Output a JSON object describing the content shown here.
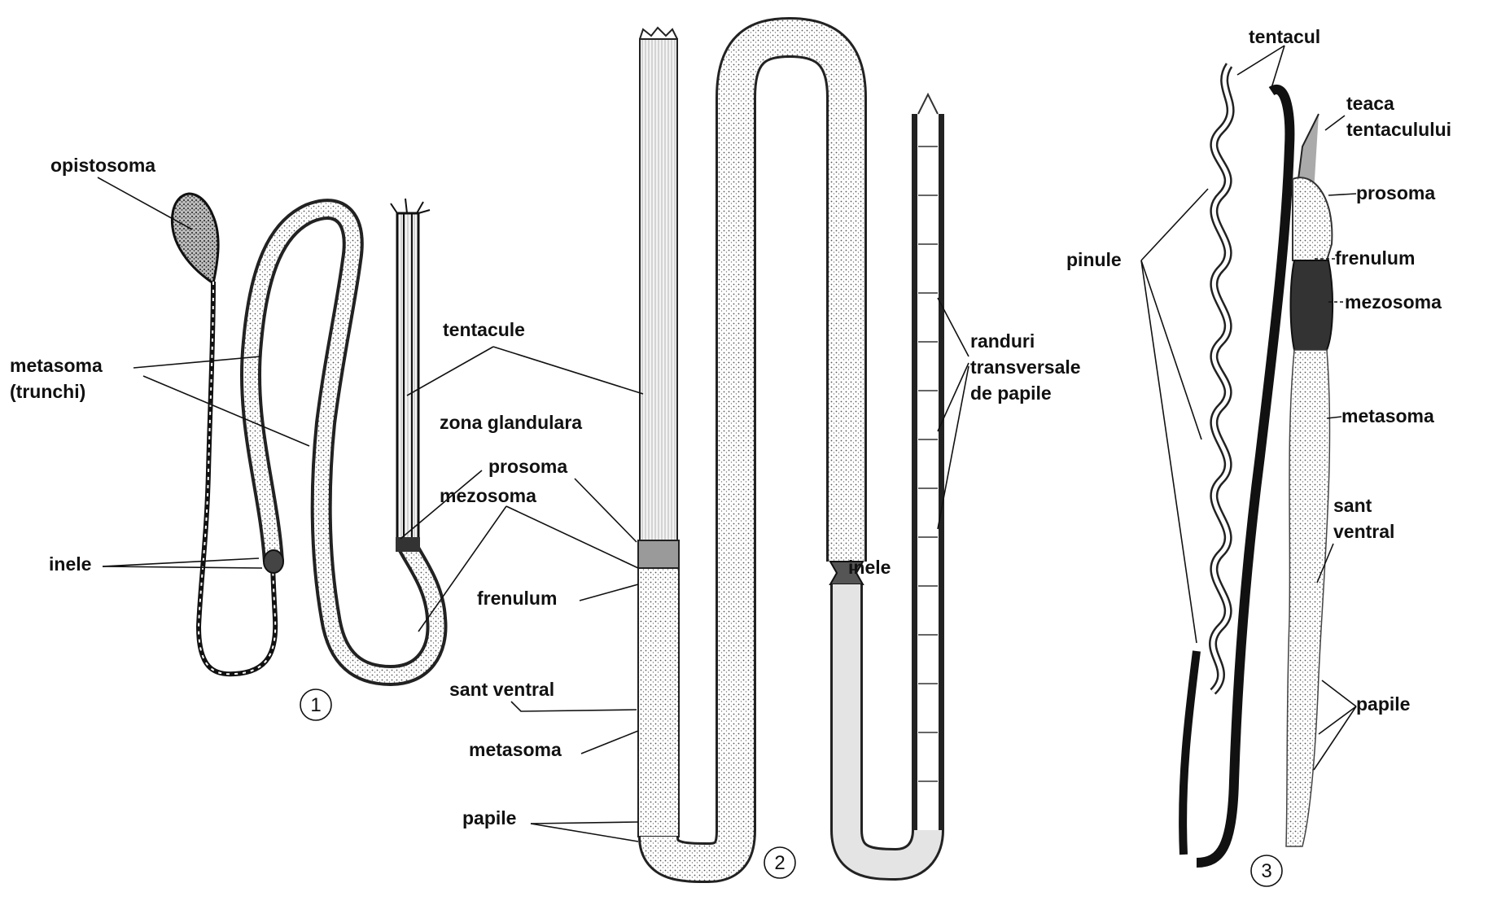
{
  "figure_numbers": {
    "one": "1",
    "two": "2",
    "three": "3"
  },
  "fig1": {
    "opistosoma": "opistosoma",
    "metasoma": "metasoma",
    "trunchi": "(trunchi)",
    "inele": "inele",
    "tentacule": "tentacule",
    "zona_glandulara": "zona glandulara",
    "prosoma": "prosoma",
    "mezosoma": "mezosoma"
  },
  "fig2": {
    "frenulum": "frenulum",
    "sant_ventral": "sant ventral",
    "metasoma": "metasoma",
    "papile": "papile",
    "inele": "inele",
    "randuri_1": "randuri",
    "randuri_2": "transversale",
    "randuri_3": "de papile"
  },
  "fig3": {
    "tentacul": "tentacul",
    "teaca_1": "teaca",
    "teaca_2": "tentaculului",
    "prosoma": "prosoma",
    "frenulum": "frenulum",
    "mezosoma": "mezosoma",
    "pinule": "pinule",
    "metasoma": "metasoma",
    "sant_1": "sant",
    "sant_2": "ventral",
    "papile": "papile"
  }
}
